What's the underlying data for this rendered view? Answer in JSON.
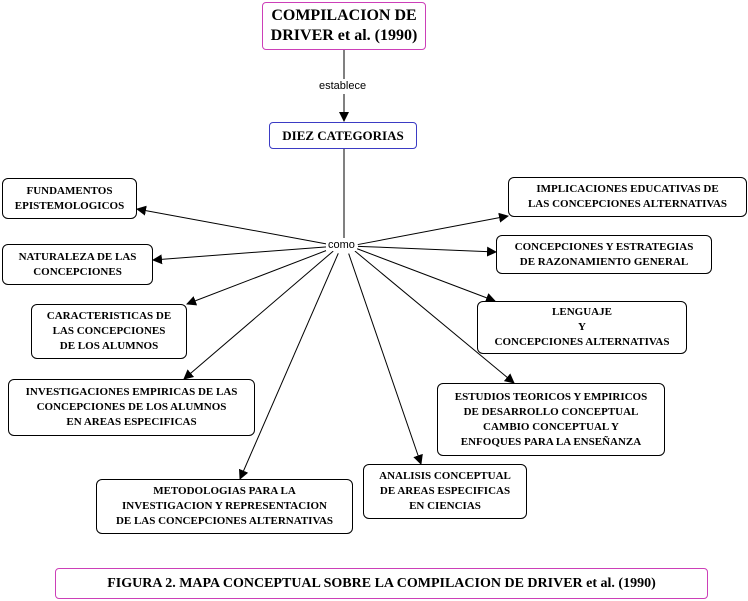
{
  "root": {
    "text": "COMPILACION DE\nDRIVER et al. (1990)"
  },
  "link_root": {
    "text": "establece"
  },
  "hub": {
    "text": "DIEZ CATEGORIAS"
  },
  "link_hub": {
    "text": "como"
  },
  "categories": [
    {
      "text": "FUNDAMENTOS\nEPISTEMOLOGICOS"
    },
    {
      "text": "NATURALEZA DE LAS\nCONCEPCIONES"
    },
    {
      "text": "CARACTERISTICAS DE\nLAS CONCEPCIONES\nDE LOS ALUMNOS"
    },
    {
      "text": "INVESTIGACIONES EMPIRICAS DE LAS\nCONCEPCIONES DE LOS ALUMNOS\nEN AREAS ESPECIFICAS"
    },
    {
      "text": "METODOLOGIAS PARA LA\nINVESTIGACION Y REPRESENTACION\nDE LAS CONCEPCIONES ALTERNATIVAS"
    },
    {
      "text": "ANALISIS CONCEPTUAL\nDE AREAS ESPECIFICAS\nEN CIENCIAS"
    },
    {
      "text": "ESTUDIOS TEORICOS Y EMPIRICOS\nDE DESARROLLO CONCEPTUAL\nCAMBIO CONCEPTUAL Y\nENFOQUES PARA LA ENSEÑANZA"
    },
    {
      "text": "LENGUAJE\nY\nCONCEPCIONES ALTERNATIVAS"
    },
    {
      "text": "CONCEPCIONES Y ESTRATEGIAS\nDE RAZONAMIENTO GENERAL"
    },
    {
      "text": "IMPLICACIONES EDUCATIVAS DE\nLAS CONCEPCIONES ALTERNATIVAS"
    }
  ],
  "caption": {
    "text": "FIGURA 2. MAPA CONCEPTUAL SOBRE LA COMPILACION DE DRIVER et al. (1990)"
  },
  "colors": {
    "root_border": "#cc3fb8",
    "hub_border": "#3b3bc4",
    "lines": "#000000"
  }
}
